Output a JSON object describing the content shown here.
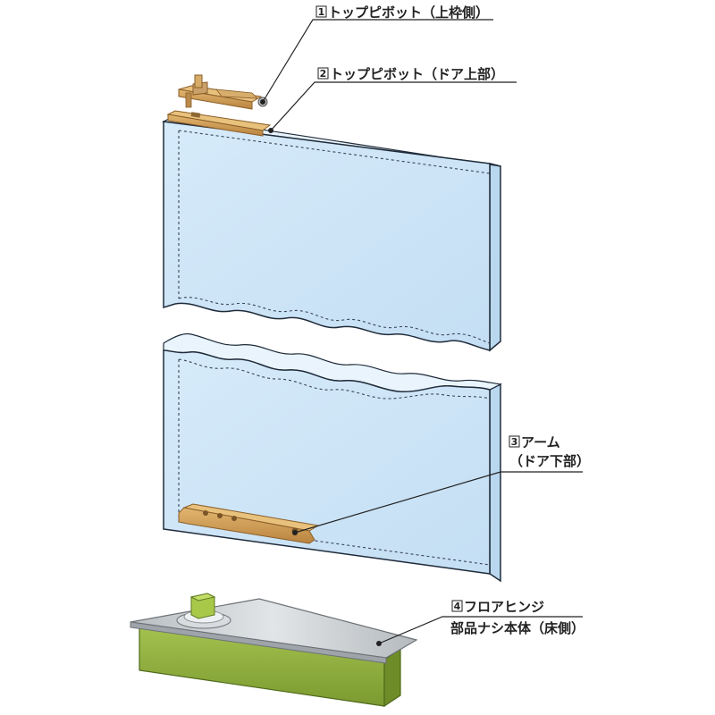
{
  "labels": {
    "part1": {
      "number": "1",
      "text": "トップピボット（上枠側）"
    },
    "part2": {
      "number": "2",
      "text": "トップピボット（ドア上部）"
    },
    "part3": {
      "number": "3",
      "line1": "アーム",
      "line2": "（ドア下部）"
    },
    "part4": {
      "number": "4",
      "line1": "フロアヒンジ",
      "line2": "部品ナシ本体（床側）"
    }
  },
  "colors": {
    "glass_face": "#d2e8f8",
    "glass_edge": "#b8d6ee",
    "glass_outline": "#1f2b3a",
    "brass": "#cf9b55",
    "brass_dark": "#a8763a",
    "steel": "#c9cdd0",
    "body_green": "#8fae3e",
    "leader_line": "#222222"
  }
}
